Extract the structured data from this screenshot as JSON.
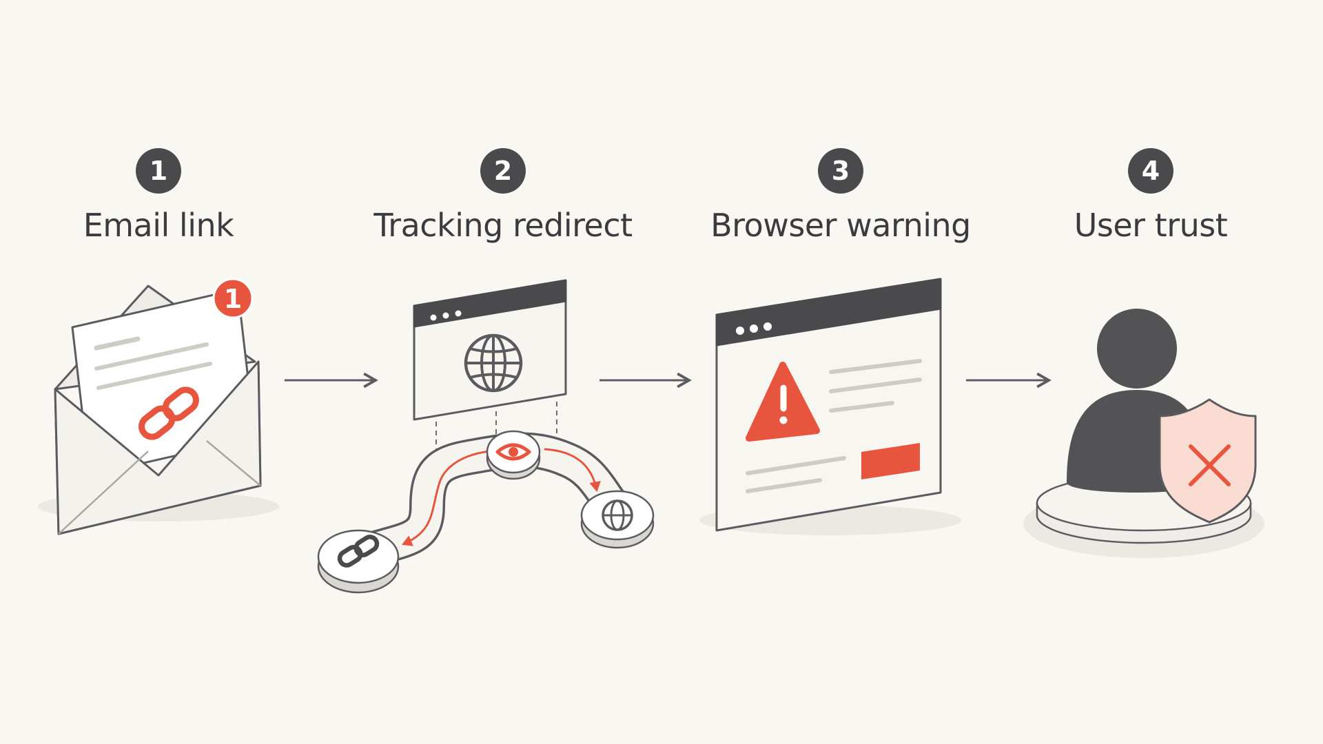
{
  "steps": [
    {
      "number": "1",
      "label": "Email link"
    },
    {
      "number": "2",
      "label": "Tracking redirect"
    },
    {
      "number": "3",
      "label": "Browser warning"
    },
    {
      "number": "4",
      "label": "User trust"
    }
  ],
  "notification_count": "1",
  "icons": [
    "email-envelope-icon",
    "link-icon",
    "browser-window-icon",
    "globe-icon",
    "eye-icon",
    "warning-icon",
    "user-icon",
    "shield-x-icon",
    "arrow-right-icon"
  ],
  "colors": {
    "background": "#f9f7f2",
    "dark": "#4a4a4d",
    "accent": "#e8553e",
    "light_fill": "#f3f1ec",
    "shield_fill": "#fbdcd3"
  }
}
